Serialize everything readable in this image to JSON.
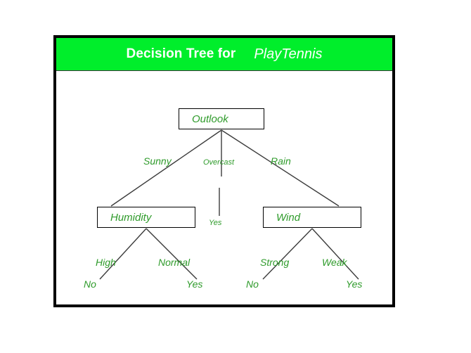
{
  "slide": {
    "title_static": "Decision Tree for",
    "title_emphasis": "PlayTennis",
    "title_bar_color": "#00ee2b",
    "title_text_color": "#ffffff",
    "frame_border_color": "#000000",
    "background_color": "#ffffff"
  },
  "tree": {
    "node_text_color": "#2f9b2b",
    "edge_color": "#3b3b3b",
    "nodes": [
      {
        "id": "outlook",
        "label": "Outlook"
      },
      {
        "id": "humidity",
        "label": "Humidity"
      },
      {
        "id": "wind",
        "label": "Wind"
      }
    ],
    "branches": [
      {
        "id": "sunny",
        "from": "outlook",
        "label": "Sunny",
        "to": "humidity"
      },
      {
        "id": "overcast",
        "from": "outlook",
        "label": "Overcast",
        "to": "overcast-yes"
      },
      {
        "id": "rain",
        "from": "outlook",
        "label": "Rain",
        "to": "wind"
      },
      {
        "id": "high",
        "from": "humidity",
        "label": "High",
        "to": "no-left"
      },
      {
        "id": "normal",
        "from": "humidity",
        "label": "Normal",
        "to": "yes-left"
      },
      {
        "id": "strong",
        "from": "wind",
        "label": "Strong",
        "to": "no-right"
      },
      {
        "id": "weak",
        "from": "wind",
        "label": "Weak",
        "to": "yes-right"
      }
    ],
    "leaves": [
      {
        "id": "overcast-yes",
        "label": "Yes"
      },
      {
        "id": "no-left",
        "label": "No"
      },
      {
        "id": "yes-left",
        "label": "Yes"
      },
      {
        "id": "no-right",
        "label": "No"
      },
      {
        "id": "yes-right",
        "label": "Yes"
      }
    ]
  }
}
